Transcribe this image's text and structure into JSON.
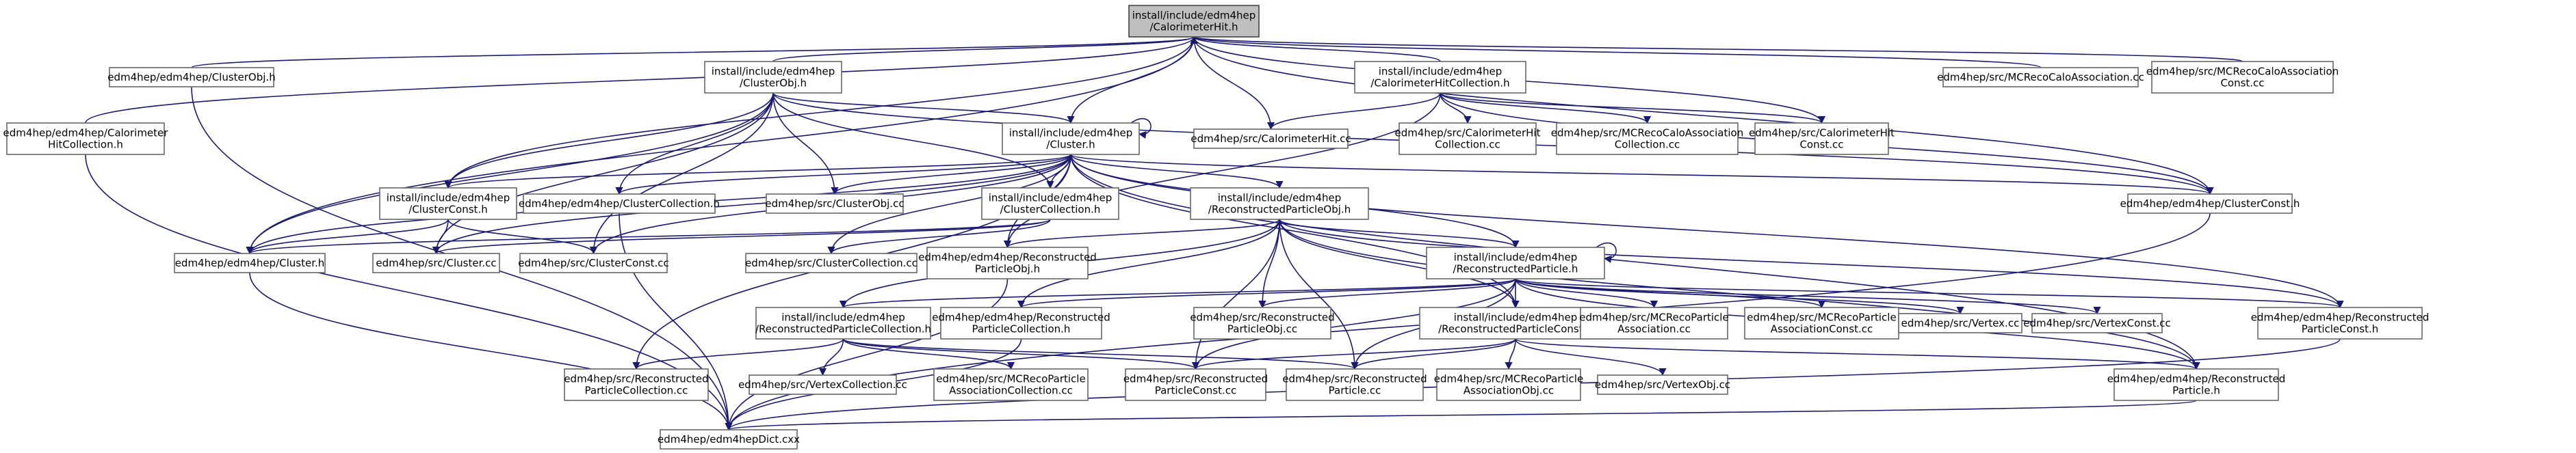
{
  "diagram": {
    "type": "include-dependency-graph",
    "root": "calohit",
    "colors": {
      "edge": "#191970",
      "node_border": "#666666",
      "root_fill": "#bfbfbf",
      "node_fill": "#ffffff"
    },
    "nodes": [
      {
        "id": "calohit",
        "lines": [
          "install/include/edm4hep",
          "/CalorimeterHit.h"
        ]
      },
      {
        "id": "clusterobjh",
        "lines": [
          "edm4hep/edm4hep/ClusterObj.h"
        ]
      },
      {
        "id": "calohitcolh",
        "lines": [
          "edm4hep/edm4hep/Calorimeter",
          "HitCollection.h"
        ]
      },
      {
        "id": "inc_clusterobjh",
        "lines": [
          "install/include/edm4hep",
          "/ClusterObj.h"
        ]
      },
      {
        "id": "inc_calohitcolh",
        "lines": [
          "install/include/edm4hep",
          "/CalorimeterHitCollection.h"
        ]
      },
      {
        "id": "mcrecocaloasso",
        "lines": [
          "edm4hep/src/MCRecoCaloAssociation.cc"
        ]
      },
      {
        "id": "mcrecocaloassoconst",
        "lines": [
          "edm4hep/src/MCRecoCaloAssociation",
          "Const.cc"
        ]
      },
      {
        "id": "inc_clusterh",
        "lines": [
          "install/include/edm4hep",
          "/Cluster.h"
        ]
      },
      {
        "id": "calohitcc",
        "lines": [
          "edm4hep/src/CalorimeterHit.cc"
        ]
      },
      {
        "id": "calohitcolcc",
        "lines": [
          "edm4hep/src/CalorimeterHit",
          "Collection.cc"
        ]
      },
      {
        "id": "mcrecocaloassocol",
        "lines": [
          "edm4hep/src/MCRecoCaloAssociation",
          "Collection.cc"
        ]
      },
      {
        "id": "calohitconstcc",
        "lines": [
          "edm4hep/src/CalorimeterHit",
          "Const.cc"
        ]
      },
      {
        "id": "inc_clusterconsth",
        "lines": [
          "install/include/edm4hep",
          "/ClusterConst.h"
        ]
      },
      {
        "id": "clustercolh",
        "lines": [
          "edm4hep/edm4hep/ClusterCollection.h"
        ]
      },
      {
        "id": "clusterobjcc",
        "lines": [
          "edm4hep/src/ClusterObj.cc"
        ]
      },
      {
        "id": "inc_clustercolh",
        "lines": [
          "install/include/edm4hep",
          "/ClusterCollection.h"
        ]
      },
      {
        "id": "inc_recopartobjh",
        "lines": [
          "install/include/edm4hep",
          "/ReconstructedParticleObj.h"
        ]
      },
      {
        "id": "clusterconsth",
        "lines": [
          "edm4hep/edm4hep/ClusterConst.h"
        ]
      },
      {
        "id": "clusterh",
        "lines": [
          "edm4hep/edm4hep/Cluster.h"
        ]
      },
      {
        "id": "clustercc",
        "lines": [
          "edm4hep/src/Cluster.cc"
        ]
      },
      {
        "id": "clusterconstcc",
        "lines": [
          "edm4hep/src/ClusterConst.cc"
        ]
      },
      {
        "id": "clustercolcc",
        "lines": [
          "edm4hep/src/ClusterCollection.cc"
        ]
      },
      {
        "id": "recopartobjh",
        "lines": [
          "edm4hep/edm4hep/Reconstructed",
          "ParticleObj.h"
        ]
      },
      {
        "id": "inc_recoparth",
        "lines": [
          "install/include/edm4hep",
          "/ReconstructedParticle.h"
        ]
      },
      {
        "id": "inc_recopartcolh",
        "lines": [
          "install/include/edm4hep",
          "/ReconstructedParticleCollection.h"
        ]
      },
      {
        "id": "recopartcolh",
        "lines": [
          "edm4hep/edm4hep/Reconstructed",
          "ParticleCollection.h"
        ]
      },
      {
        "id": "recopartobjcc",
        "lines": [
          "edm4hep/src/Reconstructed",
          "ParticleObj.cc"
        ]
      },
      {
        "id": "inc_recopartconsth",
        "lines": [
          "install/include/edm4hep",
          "/ReconstructedParticleConst.h"
        ]
      },
      {
        "id": "mcrecopartasso",
        "lines": [
          "edm4hep/src/MCRecoParticle",
          "Association.cc"
        ]
      },
      {
        "id": "mcrecopartassoconst",
        "lines": [
          "edm4hep/src/MCRecoParticle",
          "AssociationConst.cc"
        ]
      },
      {
        "id": "vertexcc",
        "lines": [
          "edm4hep/src/Vertex.cc"
        ]
      },
      {
        "id": "vertexconstcc",
        "lines": [
          "edm4hep/src/VertexConst.cc"
        ]
      },
      {
        "id": "recopartconsth",
        "lines": [
          "edm4hep/edm4hep/Reconstructed",
          "ParticleConst.h"
        ]
      },
      {
        "id": "recopartcolcc",
        "lines": [
          "edm4hep/src/Reconstructed",
          "ParticleCollection.cc"
        ]
      },
      {
        "id": "vertexcolcc",
        "lines": [
          "edm4hep/src/VertexCollection.cc"
        ]
      },
      {
        "id": "mcrecopartassocol",
        "lines": [
          "edm4hep/src/MCRecoParticle",
          "AssociationCollection.cc"
        ]
      },
      {
        "id": "recopartconstcc",
        "lines": [
          "edm4hep/src/Reconstructed",
          "ParticleConst.cc"
        ]
      },
      {
        "id": "recopartcc",
        "lines": [
          "edm4hep/src/Reconstructed",
          "Particle.cc"
        ]
      },
      {
        "id": "mcrecopartassoobj",
        "lines": [
          "edm4hep/src/MCRecoParticle",
          "AssociationObj.cc"
        ]
      },
      {
        "id": "vertexobjcc",
        "lines": [
          "edm4hep/src/VertexObj.cc"
        ]
      },
      {
        "id": "recoparth",
        "lines": [
          "edm4hep/edm4hep/Reconstructed",
          "Particle.h"
        ]
      },
      {
        "id": "dictcxx",
        "lines": [
          "edm4hep/edm4hepDict.cxx"
        ]
      }
    ],
    "edges": [
      [
        "clusterobjh",
        "calohit"
      ],
      [
        "calohitcolh",
        "calohit"
      ],
      [
        "inc_clusterobjh",
        "calohit"
      ],
      [
        "inc_calohitcolh",
        "calohit"
      ],
      [
        "mcrecocaloasso",
        "calohit"
      ],
      [
        "mcrecocaloassoconst",
        "calohit"
      ],
      [
        "inc_clusterh",
        "calohit"
      ],
      [
        "calohitcc",
        "calohit"
      ],
      [
        "calohitconstcc",
        "calohit"
      ],
      [
        "clusterconsth",
        "calohit"
      ],
      [
        "clusterh",
        "calohit"
      ],
      [
        "inc_clusterconsth",
        "calohit"
      ],
      [
        "inc_clusterobjh",
        "inc_clusterh"
      ],
      [
        "inc_clusterobjh",
        "inc_clusterconsth"
      ],
      [
        "inc_clusterobjh",
        "clustercolh"
      ],
      [
        "inc_clusterobjh",
        "clusterobjcc"
      ],
      [
        "inc_clusterobjh",
        "inc_clustercolh"
      ],
      [
        "inc_clusterobjh",
        "clustercc"
      ],
      [
        "inc_clusterobjh",
        "clusterconstcc"
      ],
      [
        "inc_clusterobjh",
        "clusterh"
      ],
      [
        "inc_clusterobjh",
        "clusterconsth"
      ],
      [
        "inc_calohitcolh",
        "calohitcc"
      ],
      [
        "inc_calohitcolh",
        "calohitcolcc"
      ],
      [
        "inc_calohitcolh",
        "mcrecocaloassocol"
      ],
      [
        "inc_calohitcolh",
        "calohitconstcc"
      ],
      [
        "inc_calohitcolh",
        "clusterconsth"
      ],
      [
        "inc_calohitcolh",
        "recopartobjh"
      ],
      [
        "inc_clusterh",
        "inc_clusterh"
      ],
      [
        "inc_clusterh",
        "inc_clusterconsth"
      ],
      [
        "inc_clusterh",
        "clustercolh"
      ],
      [
        "inc_clusterh",
        "clusterobjcc"
      ],
      [
        "inc_clusterh",
        "inc_clustercolh"
      ],
      [
        "inc_clusterh",
        "inc_recopartobjh"
      ],
      [
        "inc_clusterh",
        "clusterconsth"
      ],
      [
        "inc_clusterh",
        "clusterh"
      ],
      [
        "inc_clusterh",
        "clustercc"
      ],
      [
        "inc_clusterh",
        "clusterconstcc"
      ],
      [
        "inc_clusterh",
        "clustercolcc"
      ],
      [
        "inc_clusterh",
        "recopartobjh"
      ],
      [
        "inc_clusterh",
        "inc_recoparth"
      ],
      [
        "inc_clusterh",
        "inc_recopartconsth"
      ],
      [
        "inc_clusterh",
        "recopartconsth"
      ],
      [
        "inc_clusterh",
        "recoparth"
      ],
      [
        "inc_clusterh",
        "recopartcolcc"
      ],
      [
        "inc_clusterconsth",
        "clusterh"
      ],
      [
        "inc_clusterconsth",
        "clustercc"
      ],
      [
        "inc_clusterconsth",
        "clusterconstcc"
      ],
      [
        "clustercolh",
        "dictcxx"
      ],
      [
        "inc_clustercolh",
        "clusterh"
      ],
      [
        "inc_clustercolh",
        "clustercolcc"
      ],
      [
        "inc_clustercolh",
        "clustercc"
      ],
      [
        "clusterobjh",
        "dictcxx"
      ],
      [
        "calohitcolh",
        "dictcxx"
      ],
      [
        "clusterh",
        "dictcxx"
      ],
      [
        "clusterconsth",
        "dictcxx"
      ],
      [
        "inc_recopartobjh",
        "inc_recoparth"
      ],
      [
        "inc_recopartobjh",
        "recopartobjh"
      ],
      [
        "inc_recopartobjh",
        "inc_recopartcolh"
      ],
      [
        "inc_recopartobjh",
        "recopartcolh"
      ],
      [
        "inc_recopartobjh",
        "recopartobjcc"
      ],
      [
        "inc_recopartobjh",
        "inc_recopartconsth"
      ],
      [
        "inc_recopartobjh",
        "recopartconstcc"
      ],
      [
        "inc_recopartobjh",
        "recopartcc"
      ],
      [
        "inc_recopartobjh",
        "recopartconsth"
      ],
      [
        "inc_recopartobjh",
        "recoparth"
      ],
      [
        "inc_recoparth",
        "inc_recoparth"
      ],
      [
        "inc_recoparth",
        "inc_recopartcolh"
      ],
      [
        "inc_recoparth",
        "recopartcolh"
      ],
      [
        "inc_recoparth",
        "recopartobjcc"
      ],
      [
        "inc_recoparth",
        "inc_recopartconsth"
      ],
      [
        "inc_recoparth",
        "mcrecopartasso"
      ],
      [
        "inc_recoparth",
        "mcrecopartassoconst"
      ],
      [
        "inc_recoparth",
        "vertexcc"
      ],
      [
        "inc_recoparth",
        "vertexconstcc"
      ],
      [
        "inc_recoparth",
        "recopartconsth"
      ],
      [
        "inc_recoparth",
        "recopartconstcc"
      ],
      [
        "inc_recoparth",
        "recopartcc"
      ],
      [
        "inc_recoparth",
        "recoparth"
      ],
      [
        "inc_recopartcolh",
        "recopartcolcc"
      ],
      [
        "inc_recopartcolh",
        "vertexcolcc"
      ],
      [
        "inc_recopartcolh",
        "mcrecopartassocol"
      ],
      [
        "inc_recopartcolh",
        "recopartconstcc"
      ],
      [
        "inc_recopartcolh",
        "recopartcc"
      ],
      [
        "inc_recopartconsth",
        "recopartconstcc"
      ],
      [
        "inc_recopartconsth",
        "recopartcc"
      ],
      [
        "inc_recopartconsth",
        "mcrecopartassoobj"
      ],
      [
        "inc_recopartconsth",
        "vertexobjcc"
      ],
      [
        "inc_recopartconsth",
        "recoparth"
      ],
      [
        "recopartcolh",
        "dictcxx"
      ],
      [
        "recopartobjh",
        "dictcxx"
      ],
      [
        "recopartconsth",
        "dictcxx"
      ],
      [
        "recoparth",
        "dictcxx"
      ]
    ]
  }
}
